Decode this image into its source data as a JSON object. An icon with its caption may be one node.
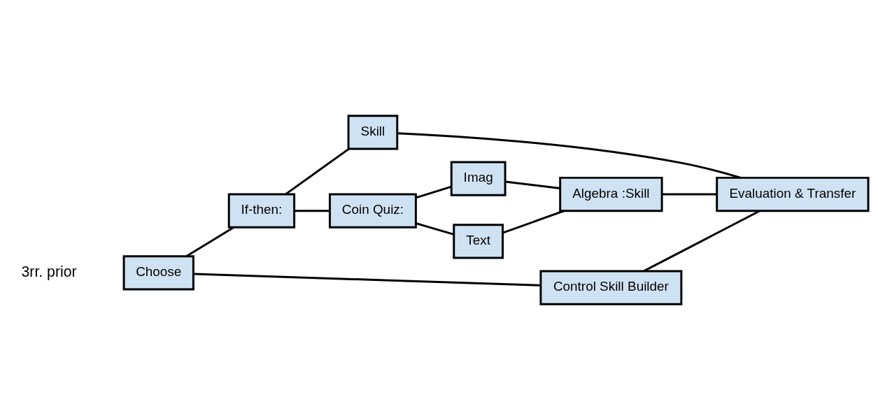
{
  "diagram": {
    "nodes": [
      {
        "text": [
          "Choose"
        ]
      },
      {
        "text": [
          "If-then:"
        ]
      },
      {
        "text": [
          "Skill"
        ]
      },
      {
        "text": [
          "Coin Quiz:"
        ]
      },
      {
        "text": [
          "Imag"
        ]
      },
      {
        "text": [
          "Text"
        ]
      },
      {
        "text": [
          "Algebra :Skill"
        ]
      },
      {
        "text": [
          "Evaluation & Transfer"
        ]
      },
      {
        "text": [
          "Control Skill Builder"
        ]
      }
    ],
    "edges": [
      {
        "from": 0,
        "to": 1,
        "arrow": "none"
      },
      {
        "from": 0,
        "to": 8,
        "arrow": "none"
      },
      {
        "from": 1,
        "to": 2,
        "arrow": "none"
      },
      {
        "from": 1,
        "to": 3,
        "arrow": "none"
      },
      {
        "from": 3,
        "to": 4,
        "arrow": "none"
      },
      {
        "from": 3,
        "to": 5,
        "arrow": "none"
      },
      {
        "from": 4,
        "to": 6,
        "arrow": "none"
      },
      {
        "from": 5,
        "to": 6,
        "arrow": "none"
      },
      {
        "from": 2,
        "to": 7,
        "arrow": "none"
      },
      {
        "from": 6,
        "to": 7,
        "arrow": "none"
      },
      {
        "from": 8,
        "to": 7,
        "arrow": "none"
      }
    ],
    "labels": [
      "3rr. prior"
    ]
  }
}
